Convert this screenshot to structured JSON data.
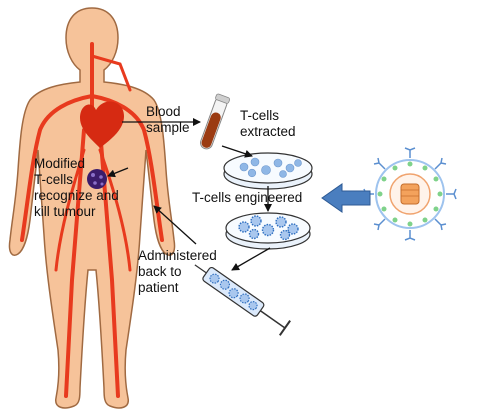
{
  "labels": {
    "blood_sample": [
      "Blood",
      "sample"
    ],
    "tcells_extracted": [
      "T-cells",
      "extracted"
    ],
    "tcells_engineered": "T-cells engineered",
    "modified_tcells": [
      "Modified",
      "T-cells",
      "recognize and",
      "kill tumour"
    ],
    "administered": [
      "Administered",
      "back to",
      "patient"
    ]
  },
  "colors": {
    "skin": "#f6c39a",
    "skin_outline": "#a06a42",
    "vessels": "#e83a1e",
    "heart": "#d62a12",
    "tumour": "#3b1c6b",
    "cells": "#8fb7e6",
    "engineered_cells": "#2f6fc0",
    "big_arrow": "#4a7ebf"
  },
  "icons": [
    "human-body-icon",
    "blood-tube-icon",
    "petri-dish-icon",
    "syringe-icon",
    "virus-vector-icon"
  ]
}
